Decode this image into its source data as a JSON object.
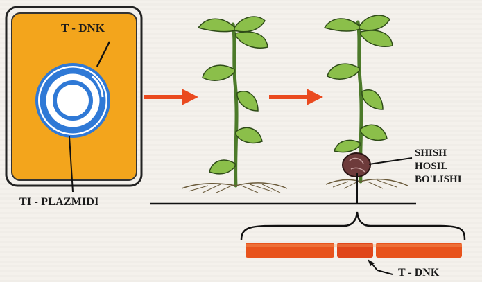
{
  "labels": {
    "t_dnk_top": "T - DNK",
    "ti_plazmidi": "TI - PLAZMIDI",
    "shish_hosil_bolishi": "SHISH\nHOSIL\nBO'LISHI",
    "t_dnk_bottom": "T - DNK"
  },
  "colors": {
    "panel_fill": "#f3a51c",
    "ring_blue": "#2f79d6",
    "arrow_red": "#ea4a1f",
    "dna_bar": "#e8531c",
    "leaf_green": "#8bbf4a",
    "stem_green": "#4c7a2a"
  }
}
